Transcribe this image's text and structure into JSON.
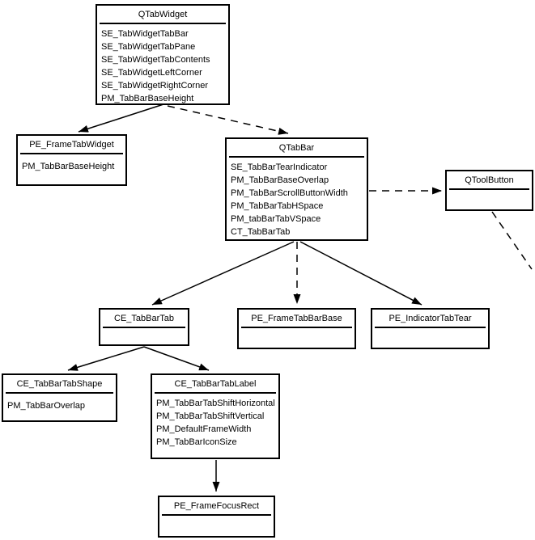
{
  "colors": {
    "background": "#ffffff",
    "border": "#000000",
    "text": "#000000",
    "line": "#000000"
  },
  "nodes": [
    {
      "title": "QTabWidget",
      "items": [
        "SE_TabWidgetTabBar",
        "SE_TabWidgetTabPane",
        "SE_TabWidgetTabContents",
        "SE_TabWidgetLeftCorner",
        "SE_TabWidgetRightCorner",
        "PM_TabBarBaseHeight"
      ]
    },
    {
      "title": "PE_FrameTabWidget",
      "items": [
        "PM_TabBarBaseHeight"
      ]
    },
    {
      "title": "QTabBar",
      "items": [
        "SE_TabBarTearIndicator",
        "PM_TabBarBaseOverlap",
        "PM_TabBarScrollButtonWidth",
        "PM_TabBarTabHSpace",
        "PM_tabBarTabVSpace",
        "CT_TabBarTab"
      ]
    },
    {
      "title": "QToolButton",
      "items": []
    },
    {
      "title": "CE_TabBarTab",
      "items": []
    },
    {
      "title": "PE_FrameTabBarBase",
      "items": []
    },
    {
      "title": "PE_IndicatorTabTear",
      "items": []
    },
    {
      "title": "CE_TabBarTabShape",
      "items": [
        "PM_TabBarOverlap"
      ]
    },
    {
      "title": "CE_TabBarTabLabel",
      "items": [
        "PM_TabBarTabShiftHorizontal",
        "PM_TabBarTabShiftVertical",
        "PM_DefaultFrameWidth",
        "PM_TabBarIconSize"
      ]
    },
    {
      "title": "PE_FrameFocusRect",
      "items": []
    }
  ],
  "edges": [
    {
      "from": "QTabWidget",
      "to": "PE_FrameTabWidget",
      "style": "solid"
    },
    {
      "from": "QTabWidget",
      "to": "QTabBar",
      "style": "dashed"
    },
    {
      "from": "QTabBar",
      "to": "QToolButton",
      "style": "dashed"
    },
    {
      "from": "QTabBar",
      "to": "CE_TabBarTab",
      "style": "solid"
    },
    {
      "from": "QTabBar",
      "to": "PE_FrameTabBarBase",
      "style": "dashed"
    },
    {
      "from": "QTabBar",
      "to": "PE_IndicatorTabTear",
      "style": "solid"
    },
    {
      "from": "CE_TabBarTab",
      "to": "CE_TabBarTabShape",
      "style": "solid"
    },
    {
      "from": "CE_TabBarTab",
      "to": "CE_TabBarTabLabel",
      "style": "solid"
    },
    {
      "from": "CE_TabBarTabLabel",
      "to": "PE_FrameFocusRect",
      "style": "solid"
    },
    {
      "from": "QToolButton",
      "to": "offscreen-bottom-right",
      "style": "dashed"
    }
  ]
}
